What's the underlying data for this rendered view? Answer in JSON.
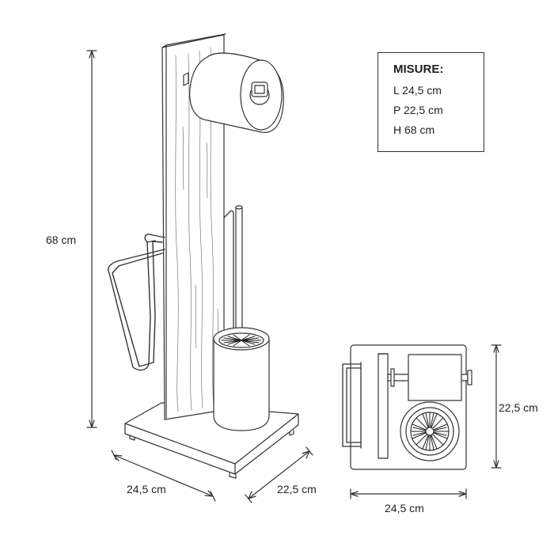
{
  "spec_box": {
    "title": "MISURE:",
    "rows": [
      "L 24,5 cm",
      "P 22,5 cm",
      "H 68 cm"
    ]
  },
  "dimensions": {
    "height": "68 cm",
    "width_front": "24,5 cm",
    "depth_front": "22,5 cm",
    "depth_top": "22,5 cm",
    "width_top": "24,5 cm"
  }
}
